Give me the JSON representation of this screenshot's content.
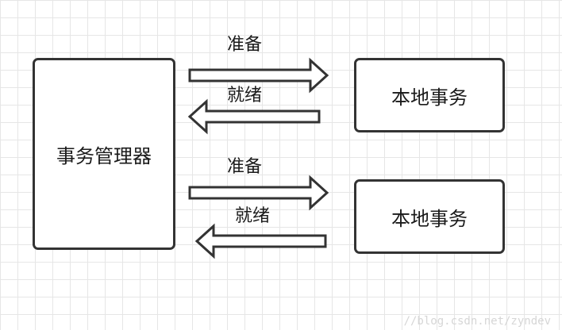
{
  "nodes": {
    "manager": "事务管理器",
    "local_1": "本地事务",
    "local_2": "本地事务"
  },
  "edges": [
    {
      "label": "准备",
      "from": "事务管理器",
      "to": "本地事务"
    },
    {
      "label": "就绪",
      "from": "本地事务",
      "to": "事务管理器"
    },
    {
      "label": "准备",
      "from": "事务管理器",
      "to": "本地事务"
    },
    {
      "label": "就绪",
      "from": "本地事务",
      "to": "事务管理器"
    }
  ],
  "watermark": "//blog.csdn.net/zyndev"
}
